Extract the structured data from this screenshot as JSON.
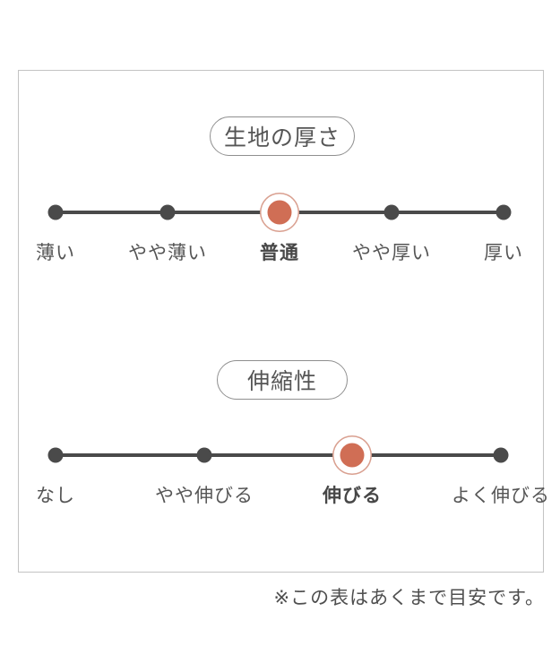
{
  "panel": {
    "note": "※この表はあくまで目安です。"
  },
  "colors": {
    "accent_dot": "#d06e55",
    "accent_ring": "#d99f8f",
    "track_and_dots": "#4a4a4a",
    "text": "#555555",
    "frame_border": "#c3c3c3",
    "background": "#ffffff"
  },
  "scales": [
    {
      "title": "生地の厚さ",
      "selected_label": "普通",
      "selected_index": 2,
      "options": [
        {
          "label": "薄い",
          "selected": false
        },
        {
          "label": "やや薄い",
          "selected": false
        },
        {
          "label": "普通",
          "selected": true
        },
        {
          "label": "やや厚い",
          "selected": false
        },
        {
          "label": "厚い",
          "selected": false
        }
      ]
    },
    {
      "title": "伸縮性",
      "selected_label": "伸びる",
      "selected_index": 2,
      "options": [
        {
          "label": "なし",
          "selected": false
        },
        {
          "label": "やや伸びる",
          "selected": false
        },
        {
          "label": "伸びる",
          "selected": true
        },
        {
          "label": "よく伸びる",
          "selected": false
        }
      ]
    }
  ]
}
